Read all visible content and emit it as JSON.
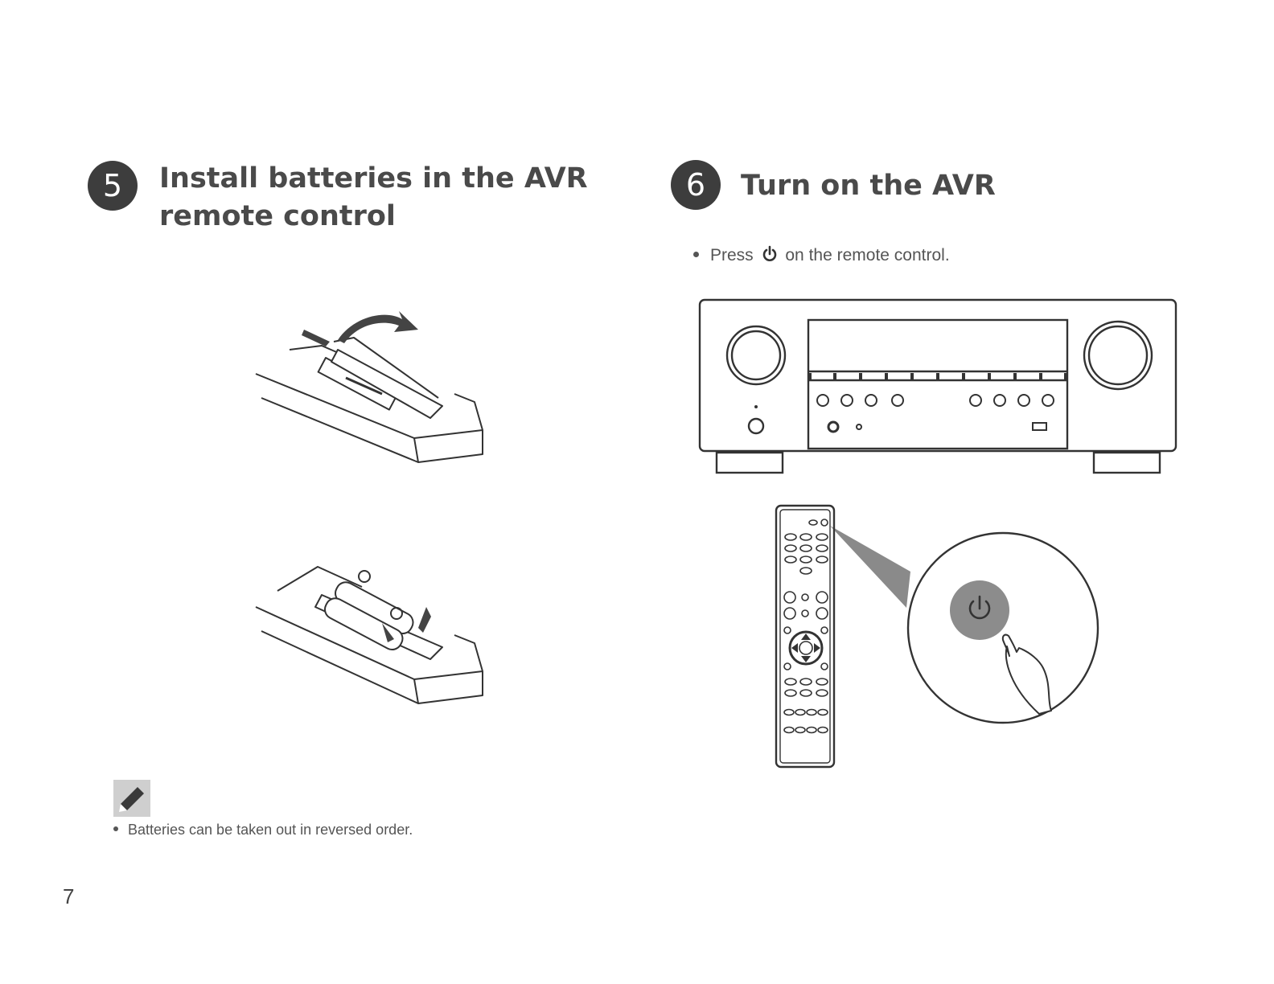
{
  "steps": [
    {
      "number": "5",
      "title_line1": "Install batteries in the AVR",
      "title_line2": "remote control"
    },
    {
      "number": "6",
      "title": "Turn on the AVR",
      "instruction_prefix": "Press",
      "instruction_suffix": "on the remote control.",
      "instruction_icon": "power-icon"
    }
  ],
  "note": {
    "icon": "pencil-icon",
    "text": "Batteries can be taken out in reversed order."
  },
  "page_number": "7",
  "colors": {
    "badge": "#3d3d3d",
    "text": "#4a4a4a",
    "line_art": "#3a3a3a",
    "highlight": "#8c8c8c"
  }
}
